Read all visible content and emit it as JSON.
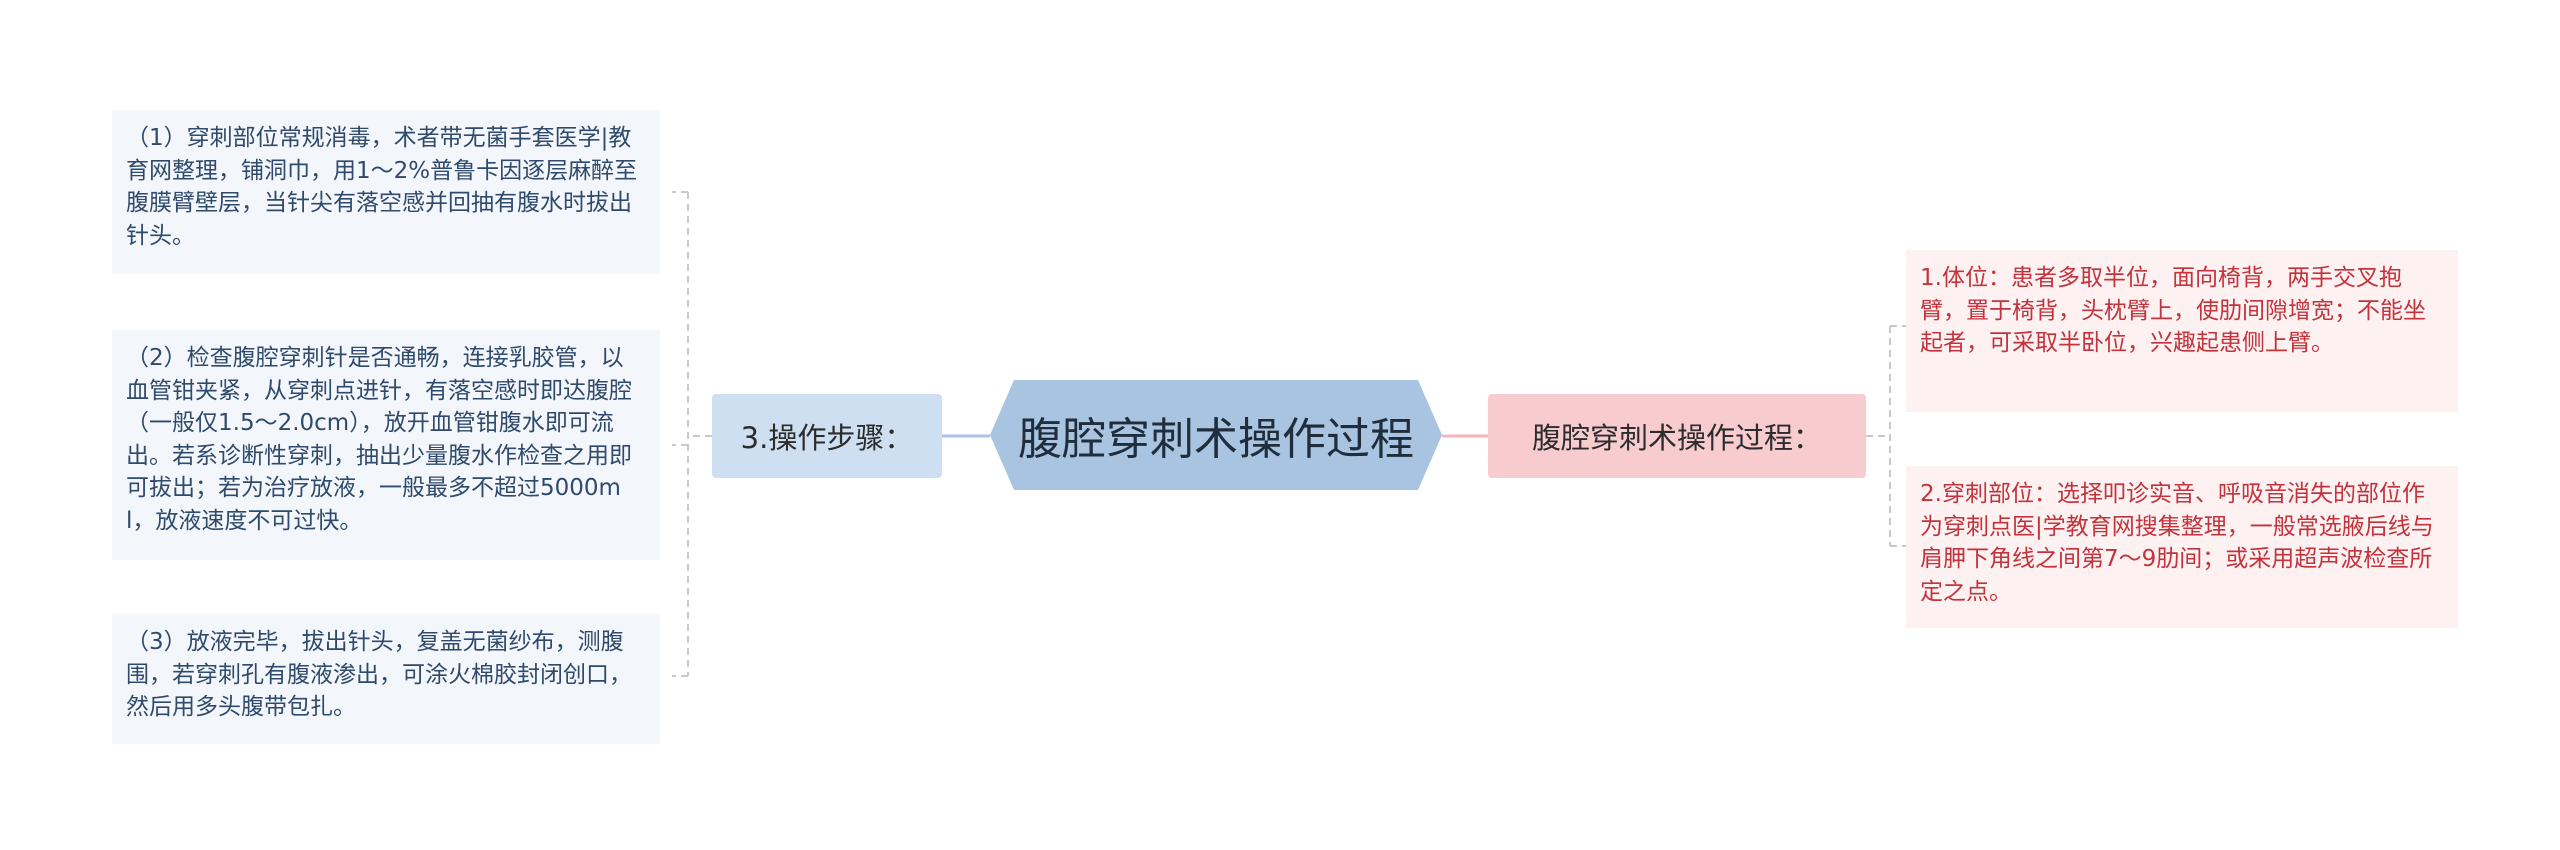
{
  "center": {
    "title": "腹腔穿刺术操作过程"
  },
  "left_branch": {
    "label": "3.操作步骤：",
    "items": [
      "（1）穿刺部位常规消毒，术者带无菌手套医学|教育网整理，铺洞巾，用1～2%普鲁卡因逐层麻醉至腹膜臂壁层，当针尖有落空感并回抽有腹水时拔出针头。",
      "（2）检查腹腔穿刺针是否通畅，连接乳胶管，以血管钳夹紧，从穿刺点进针，有落空感时即达腹腔（一般仅1.5～2.0cm），放开血管钳腹水即可流出。若系诊断性穿刺，抽出少量腹水作检查之用即可拔出；若为治疗放液，一般最多不超过5000ml，放液速度不可过快。",
      "（3）放液完毕，拔出针头，复盖无菌纱布，测腹围，若穿刺孔有腹液渗出，可涂火棉胶封闭创口，然后用多头腹带包扎。"
    ]
  },
  "right_branch": {
    "label": "腹腔穿刺术操作过程：",
    "items": [
      "1.体位：患者多取半位，面向椅背，两手交叉抱臂，置于椅背，头枕臂上，使肋间隙增宽；不能坐起者，可采取半卧位，兴趣起患侧上臂。",
      "2.穿刺部位：选择叩诊实音、呼吸音消失的部位作为穿刺点医|学教育网搜集整理，一般常选腋后线与肩胛下角线之间第7～9肋间；或采用超声波检查所定之点。"
    ]
  },
  "colors": {
    "center_fill": "#a8c4e0",
    "left_node_fill": "#cddff0",
    "right_node_fill": "#f8cccf",
    "left_leaf_fill": "#f3f7fc",
    "right_leaf_fill": "#fdf1f2",
    "left_text": "#2f4a6b",
    "right_text": "#c2333b"
  }
}
